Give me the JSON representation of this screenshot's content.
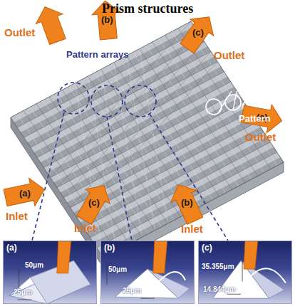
{
  "diagram": {
    "title": "Prism structures",
    "nodes": [
      {
        "text": [
          "(a)",
          "50μm",
          "25μm"
        ]
      },
      {
        "text": [
          "(b)",
          "50μm",
          "25μm"
        ]
      },
      {
        "text": [
          "(c)",
          "35.355μm",
          "14.844μm"
        ]
      }
    ],
    "labels": [
      "Outlet",
      "(b)",
      "(c)",
      "Outlet",
      "Pattern arrays",
      "(a)",
      "Outlet",
      "Pattern",
      "(a)",
      "Inlet",
      "(c)",
      "Inlet",
      "(b)",
      "Inlet"
    ]
  }
}
